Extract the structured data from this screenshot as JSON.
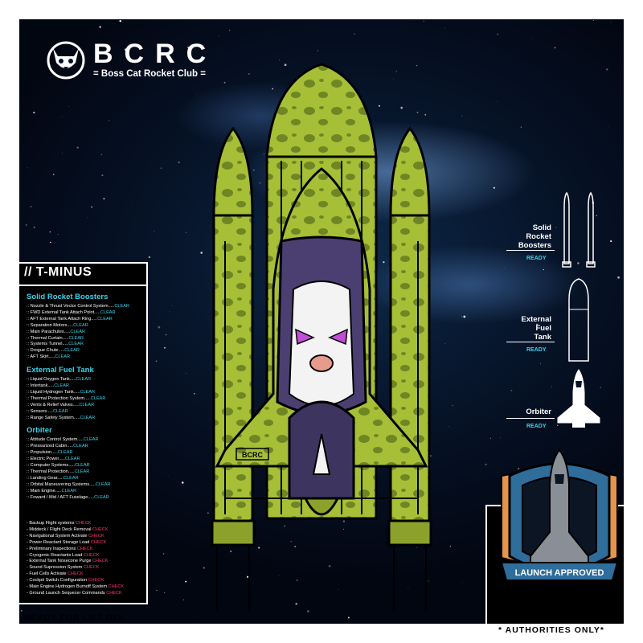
{
  "brand": {
    "name": "BCRC",
    "subtitle": "= Boss Cat Rocket Club ="
  },
  "tminus": {
    "title": "// T-MINUS",
    "sections": [
      {
        "title": "Solid Rocket Boosters",
        "items": [
          ":: Nozzle & Thrust Vector Control System.....",
          ":: FWD External Tank Attach Point.....",
          ":: AFT External Tank Attach Ring.....",
          ":: Separation Motors.....",
          ":: Main Parachutes.....",
          ":: Thermal Curtain.....",
          ":: Systems Tunnel.....",
          ":: Drogue Chute.....",
          ":: AFT Skirt....."
        ]
      },
      {
        "title": "External Fuel Tank",
        "items": [
          ":: Liquid Oxygen Tank.....",
          ":: Intertank.....",
          ":: Liquid Hydrogen Tank.....",
          ":: Thermal Protection System.....",
          ":: Vents & Relief Valves.....",
          ":: Sensors.....",
          ":: Range Safety System....."
        ]
      },
      {
        "title": "Orbiter",
        "items": [
          ":: Attitude Control System.....",
          ":: Pressurized Cabin.....",
          ":: Propulsion.....",
          ":: Electric Power.....",
          ":: Computer Systems.....",
          ":: Thermal Protection.....",
          ":: Landing Gear.....",
          ":: Orbital Maneuvering Systems.....",
          ":: Main Engine.....",
          ":: Foward / Mid / AFT Fuselage....."
        ]
      }
    ],
    "clear_label": "CLEAR",
    "check_label": "CHECK",
    "checks": [
      "- Backup Flight systems ",
      "- Middeck / Flight Deck Removal ",
      "- Navigational System Activate ",
      "- Power Reactant Storage Load ",
      "- Preliminary Inspections ",
      "- Cryogenic Reactants Load ",
      "- External Tank Nosecone Purge ",
      "- Sound Supression System ",
      "- Fuel Cells Activate ",
      "- Cockpit Switch Configuration ",
      "- Main Engine Hydrogen Burnoff System ",
      "- Ground Launch Sequecer Commands "
    ],
    "footer": "READY FOR LIFT OFF."
  },
  "status": {
    "boosters": {
      "label": [
        "Solid",
        "Rocket",
        "Boosters"
      ],
      "state": "READY"
    },
    "tank": {
      "label": [
        "External",
        "Fuel",
        "Tank"
      ],
      "state": "READY"
    },
    "orbiter": {
      "label": [
        "Orbiter"
      ],
      "state": "READY"
    }
  },
  "rocket_decal": "BCRC",
  "badge": {
    "ribbon": "LAUNCH APPROVED",
    "note": "* AUTHORITIES ONLY*"
  },
  "colors": {
    "accent_cyan": "#37d4ea",
    "check_red": "#f43a6c",
    "rocket_green": "#a7bf36",
    "badge_orange": "#e6944b",
    "badge_blue": "#2f6d9b"
  }
}
